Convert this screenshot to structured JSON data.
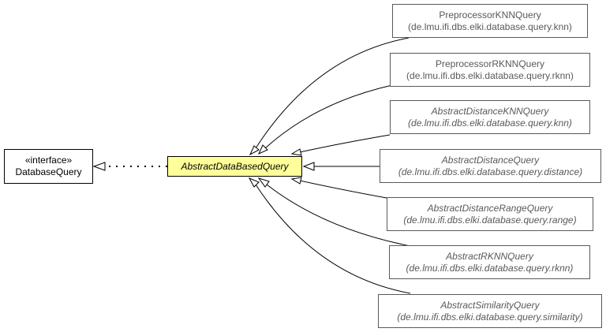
{
  "colors": {
    "focus_fill": "#ffff99",
    "muted": "#595959",
    "line": "#000000"
  },
  "interface_node": {
    "stereotype": "«interface»",
    "name": "DatabaseQuery"
  },
  "focus_node": {
    "name": "AbstractDataBasedQuery"
  },
  "subclasses": [
    {
      "name": "PreprocessorKNNQuery",
      "package": "(de.lmu.ifi.dbs.elki.database.query.knn)"
    },
    {
      "name": "PreprocessorRKNNQuery",
      "package": "(de.lmu.ifi.dbs.elki.database.query.rknn)"
    },
    {
      "name": "AbstractDistanceKNNQuery",
      "package": "(de.lmu.ifi.dbs.elki.database.query.knn)"
    },
    {
      "name": "AbstractDistanceQuery",
      "package": "(de.lmu.ifi.dbs.elki.database.query.distance)"
    },
    {
      "name": "AbstractDistanceRangeQuery",
      "package": "(de.lmu.ifi.dbs.elki.database.query.range)"
    },
    {
      "name": "AbstractRKNNQuery",
      "package": "(de.lmu.ifi.dbs.elki.database.query.rknn)"
    },
    {
      "name": "AbstractSimilarityQuery",
      "package": "(de.lmu.ifi.dbs.elki.database.query.similarity)"
    }
  ]
}
